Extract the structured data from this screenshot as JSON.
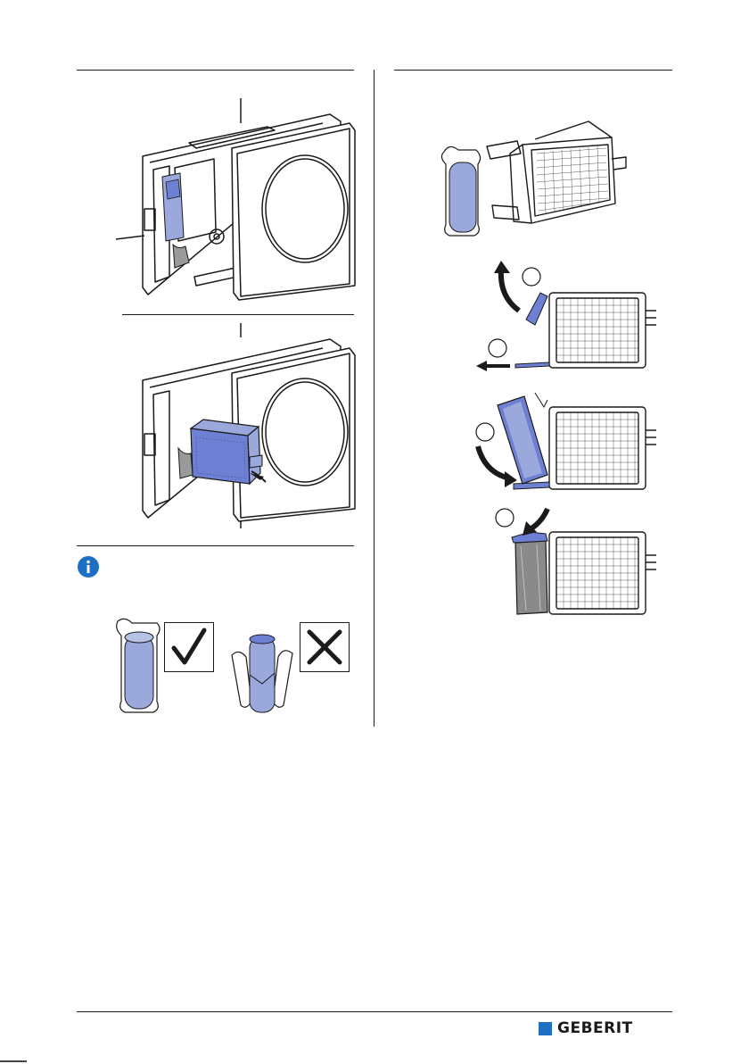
{
  "brand": {
    "name": "GEBERIT",
    "color": "#1d6fc4"
  },
  "icons": {
    "info": "info-circle-icon",
    "check": "checkmark-icon",
    "cross": "cross-icon"
  },
  "colors": {
    "highlight_blue": "#9aa8dc",
    "component_blue": "#6e80d4",
    "line": "#1a1a1a",
    "insert_grey": "#9a9a9a"
  },
  "step_markers": [
    {
      "id": "step-1",
      "label": ""
    },
    {
      "id": "step-2",
      "label": ""
    },
    {
      "id": "step-3",
      "label": ""
    },
    {
      "id": "step-4",
      "label": ""
    }
  ]
}
